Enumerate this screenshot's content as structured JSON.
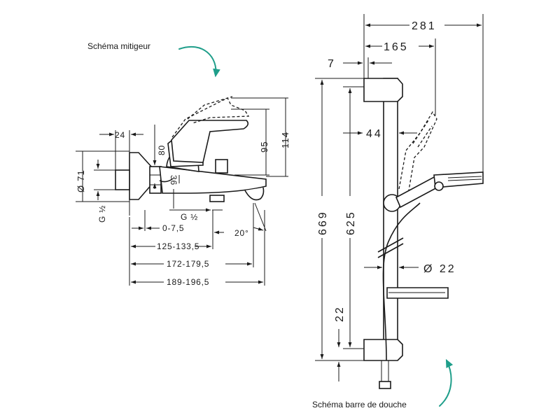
{
  "captions": {
    "mixer": "Schéma mitigeur",
    "shower_bar": "Schéma barre de douche"
  },
  "colors": {
    "accent": "#1f9e8a",
    "ink": "#1a1a1a"
  },
  "mixer_dims": {
    "d24": "24",
    "d80": "80",
    "d95": "95",
    "d114": "114",
    "d71": "Ø 71",
    "g_left": "G ½",
    "g_bottom": "G ½",
    "d36": "36",
    "d0_7_5": "0-7,5",
    "d20": "20°",
    "d125": "125-133,5",
    "d172": "172-179,5",
    "d189": "189-196,5"
  },
  "bar_dims": {
    "d281": "281",
    "d165": "165",
    "d7": "7",
    "d44": "44",
    "d669": "669",
    "d625": "625",
    "d22v": "22",
    "d22dia": "Ø 22"
  }
}
